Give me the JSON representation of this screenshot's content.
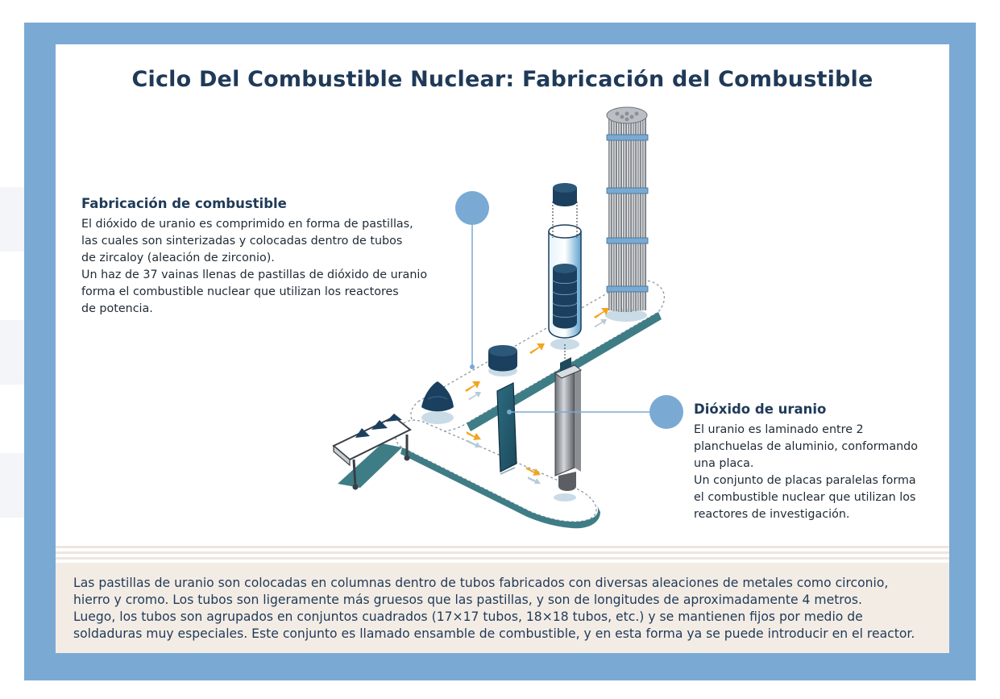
{
  "title": "Ciclo Del Combustible Nuclear: Fabricación del Combustible",
  "left_block": {
    "heading": "Fabricación de combustible",
    "lines": [
      "El dióxido de uranio es comprimido en forma de pastillas,",
      "las cuales son sinterizadas y colocadas dentro de tubos",
      "de zircaloy (aleación de zirconio).",
      "Un haz de 37 vainas llenas de pastillas de dióxido de uranio",
      "forma el combustible nuclear que utilizan los reactores",
      "de potencia."
    ]
  },
  "right_block": {
    "heading": "Dióxido de uranio",
    "lines": [
      "El uranio es laminado entre 2",
      "planchuelas de aluminio, conformando",
      "una placa.",
      "Un conjunto de placas paralelas forma",
      "el combustible nuclear que utilizan los",
      "reactores de investigación."
    ]
  },
  "footer": {
    "lines": [
      "Las pastillas de uranio son colocadas en columnas dentro de tubos fabricados con diversas aleaciones de metales como circonio,",
      "hierro y cromo. Los tubos son ligeramente más gruesos que las pastillas, y son de longitudes de aproximadamente 4 metros.",
      "Luego, los tubos son agrupados en conjuntos cuadrados (17×17 tubos, 18×18 tubos, etc.) y se mantienen fijos por medio de",
      "soldaduras muy especiales. Este conjunto es llamado ensamble de combustible, y en esta forma ya se puede introducir en el reactor."
    ]
  },
  "colors": {
    "frame": "#7aaad4",
    "title": "#1f3a58",
    "footer_bg": "#f3ece5",
    "callout_dot": "#7aaad4",
    "arrow": "#f2a51d",
    "belt_edge": "#3f7d86",
    "pellet": "#1b3f5e"
  },
  "icons": [
    "conveyor-icon",
    "uranium-powder-icon",
    "pellet-icon",
    "fuel-plate-icon",
    "fuel-rod-icon",
    "fuel-bundle-icon",
    "plate-assembly-icon",
    "process-arrow-icon"
  ]
}
